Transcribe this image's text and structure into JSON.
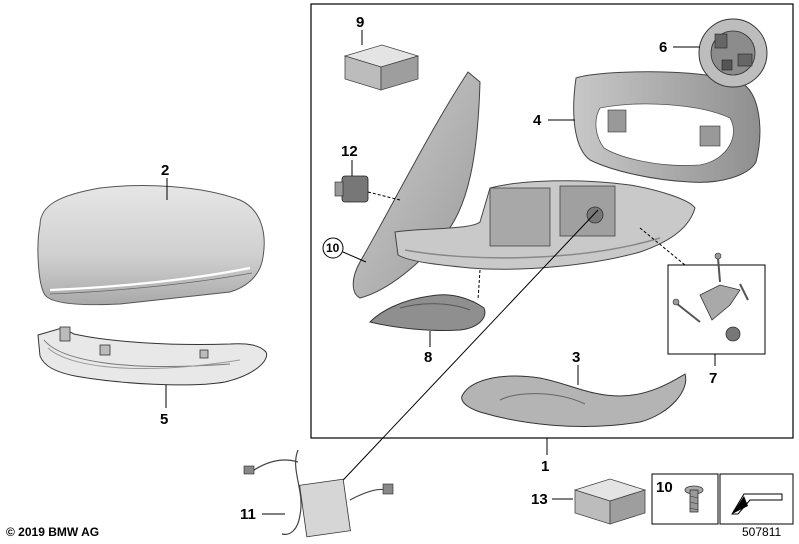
{
  "callouts": {
    "c1": "1",
    "c2": "2",
    "c3": "3",
    "c4": "4",
    "c5": "5",
    "c6": "6",
    "c7": "7",
    "c8": "8",
    "c9": "9",
    "c10_circle": "10",
    "c10_box": "10",
    "c11": "11",
    "c12": "12",
    "c13": "13"
  },
  "footer": {
    "copyright": "© 2019 BMW AG",
    "diagram_number": "507811"
  },
  "colors": {
    "part_light": "#d9d9d9",
    "part_mid": "#b5b5b5",
    "part_dark": "#7a7a7a",
    "outline": "#000000"
  }
}
